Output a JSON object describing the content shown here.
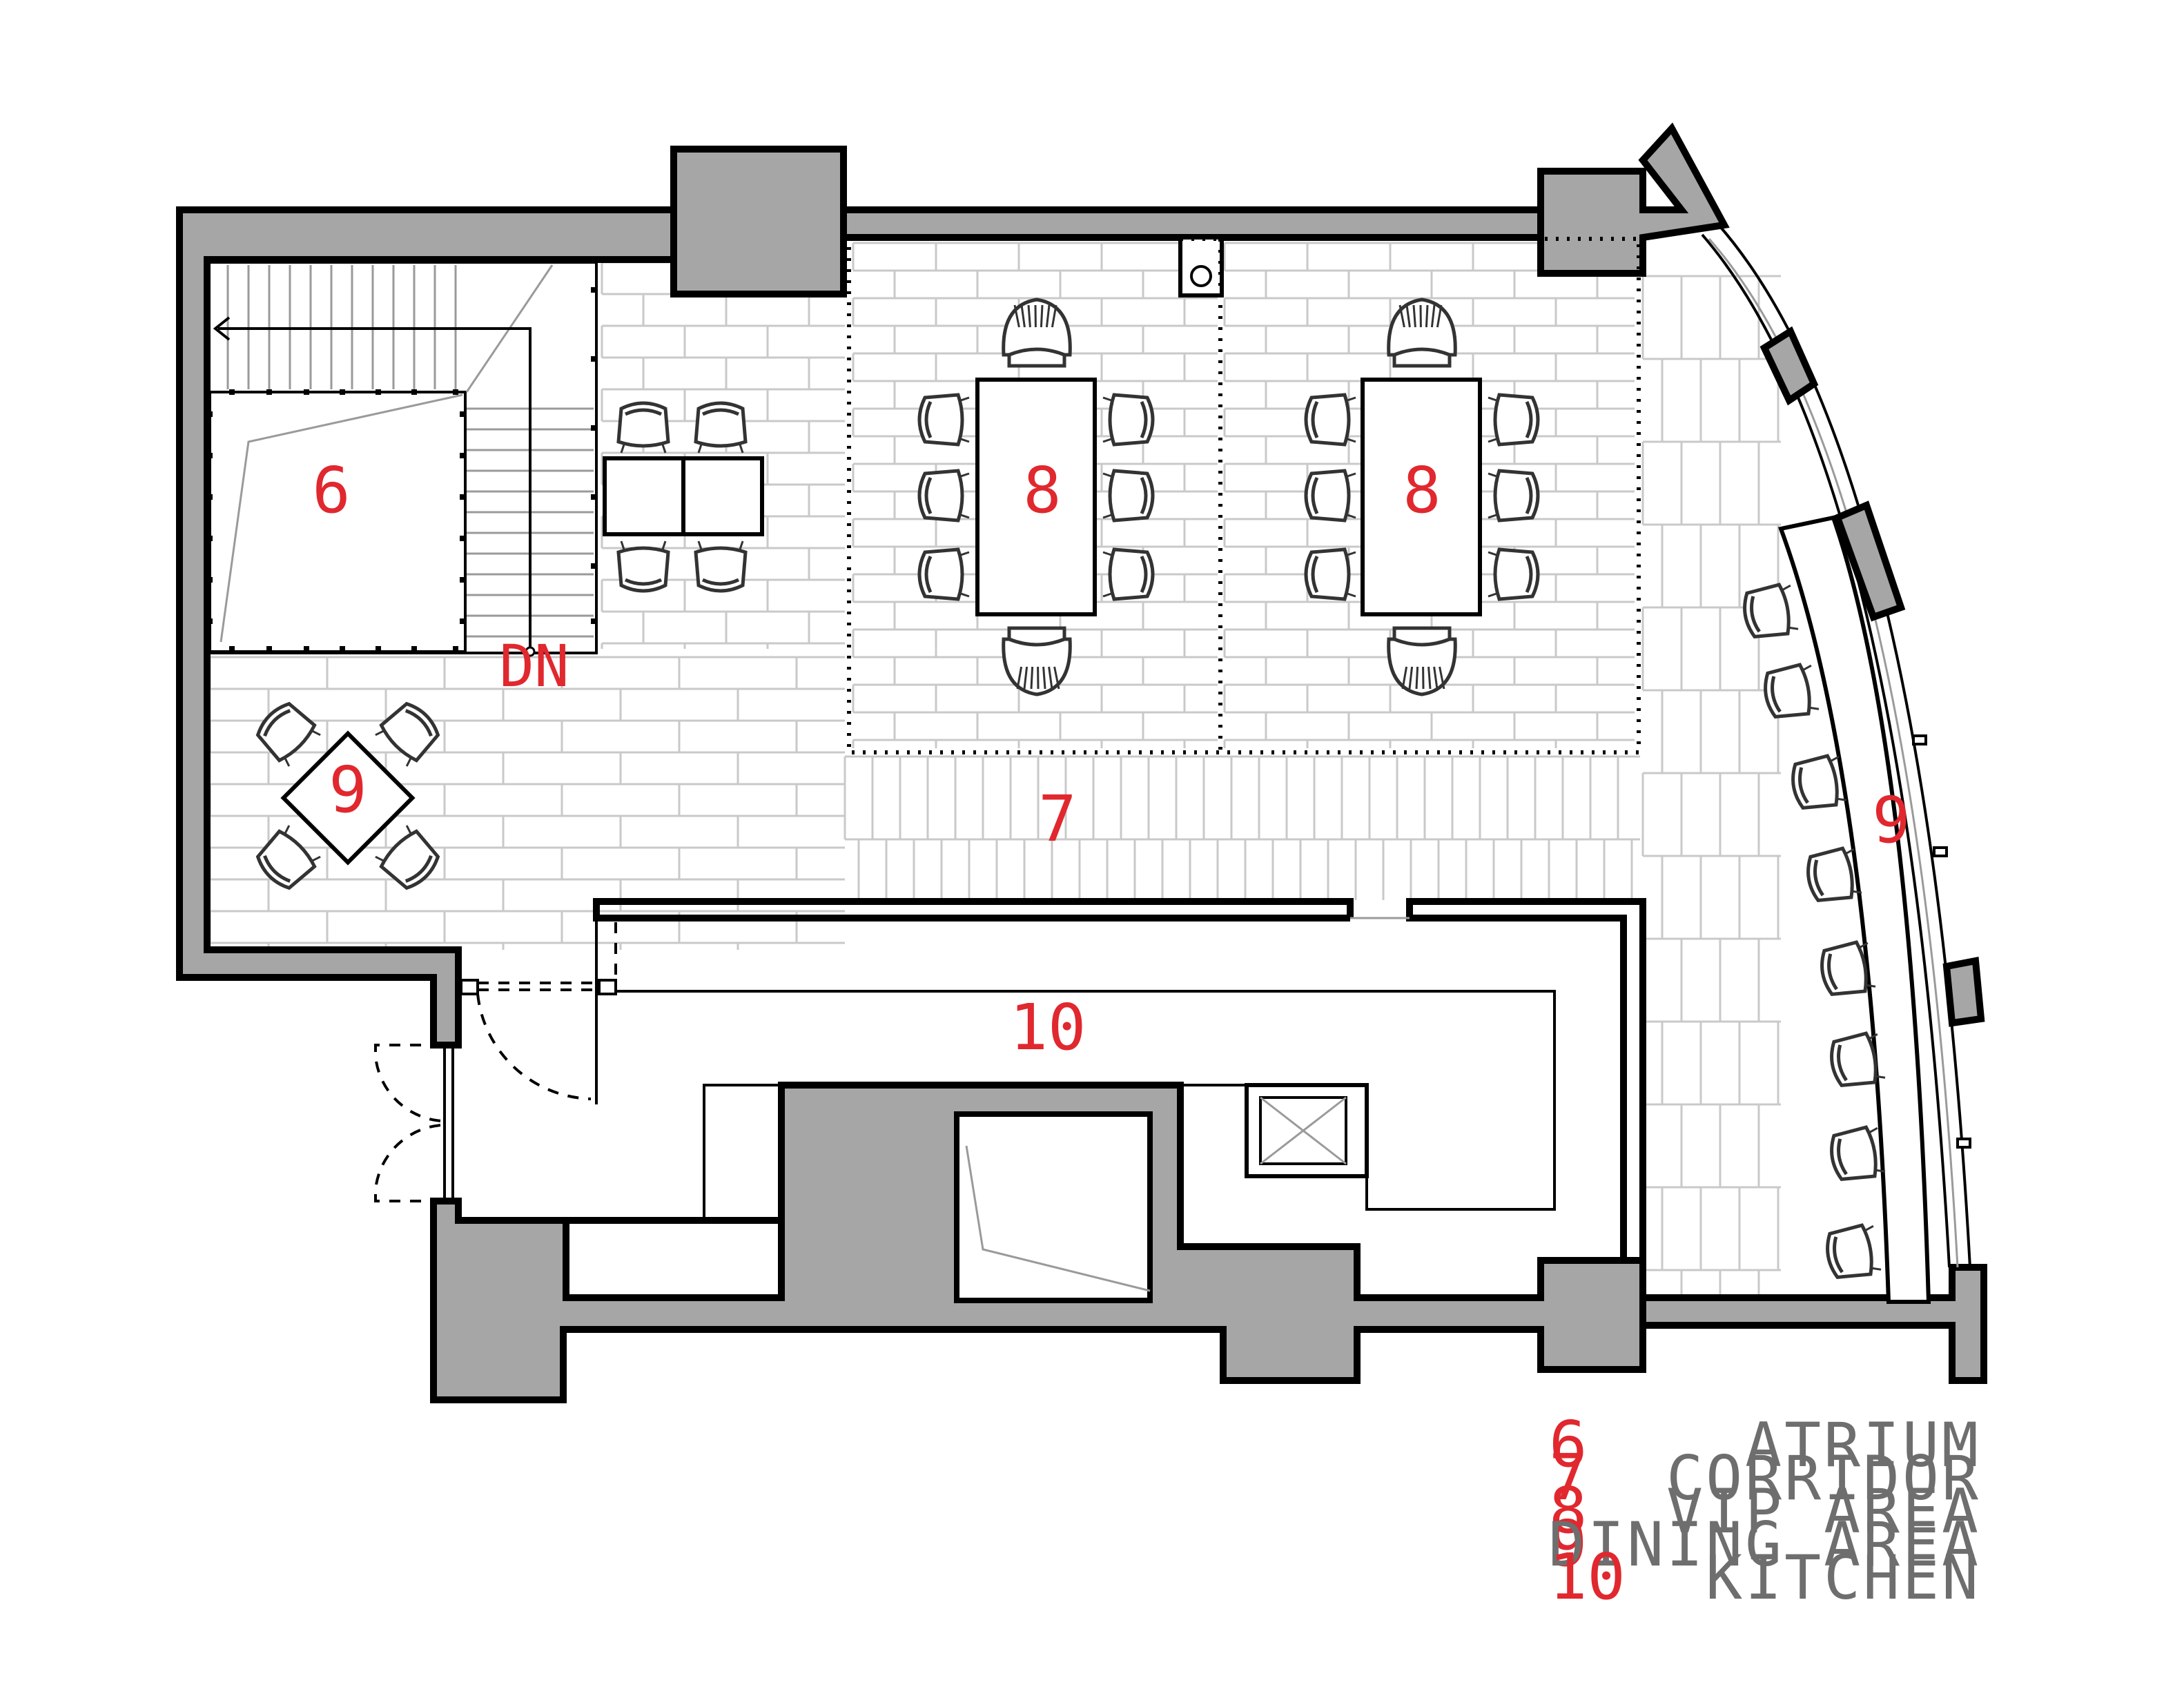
{
  "rooms": {
    "atrium_number": "6",
    "corridor_number": "7",
    "vip_left_number": "8",
    "vip_right_number": "8",
    "dining_left_number": "9",
    "dining_right_number": "9",
    "kitchen_number": "10"
  },
  "stair": {
    "label": "DN"
  },
  "legend": {
    "items": [
      {
        "number": "6",
        "name": "ATRIUM"
      },
      {
        "number": "7",
        "name": "CORRIDOR"
      },
      {
        "number": "8",
        "name": "VIP AREA"
      },
      {
        "number": "9",
        "name": "DINING AREA"
      },
      {
        "number": "10",
        "name": "KITCHEN"
      }
    ]
  },
  "colors": {
    "wall_fill": "#a6a6a6",
    "label_red": "#e0282e",
    "legend_gray": "#6e6e6e"
  }
}
